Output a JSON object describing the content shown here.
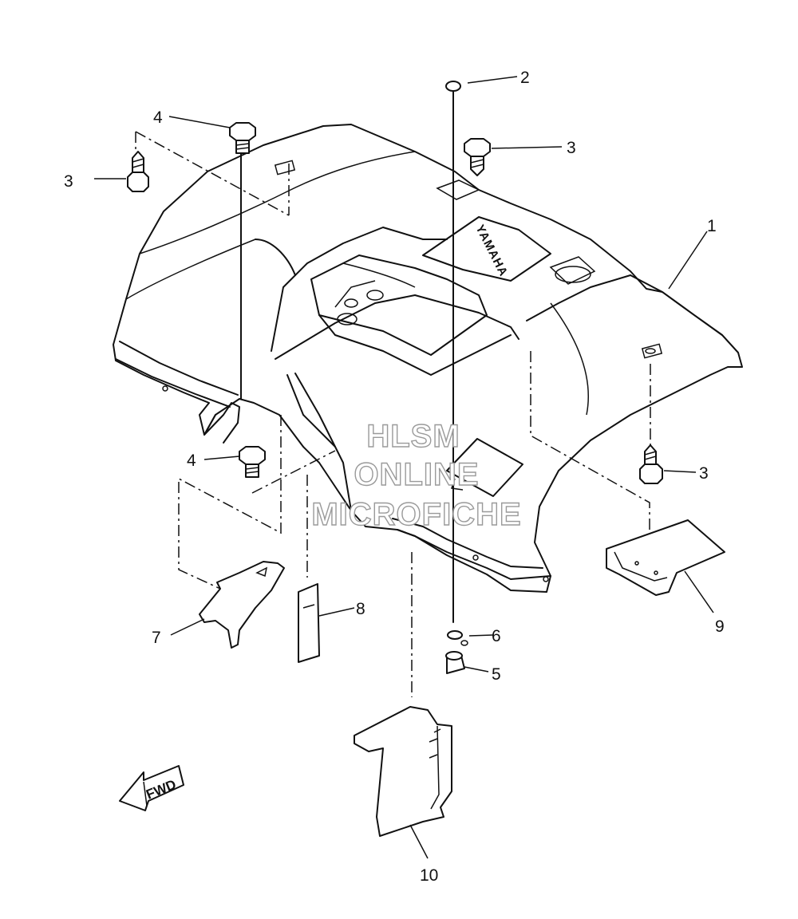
{
  "diagram": {
    "callouts": [
      {
        "id": "c1",
        "label": "1"
      },
      {
        "id": "c2",
        "label": "2"
      },
      {
        "id": "c3a",
        "label": "3"
      },
      {
        "id": "c3b",
        "label": "3"
      },
      {
        "id": "c3c",
        "label": "3"
      },
      {
        "id": "c4a",
        "label": "4"
      },
      {
        "id": "c4b",
        "label": "4"
      },
      {
        "id": "c5",
        "label": "5"
      },
      {
        "id": "c6",
        "label": "6"
      },
      {
        "id": "c7",
        "label": "7"
      },
      {
        "id": "c8",
        "label": "8"
      },
      {
        "id": "c9",
        "label": "9"
      },
      {
        "id": "c10",
        "label": "10"
      }
    ],
    "fender_logo": "YAMAHA",
    "direction_label": "FWD",
    "watermark": [
      "HLSM",
      "ONLINE",
      "MICROFICHE"
    ]
  }
}
